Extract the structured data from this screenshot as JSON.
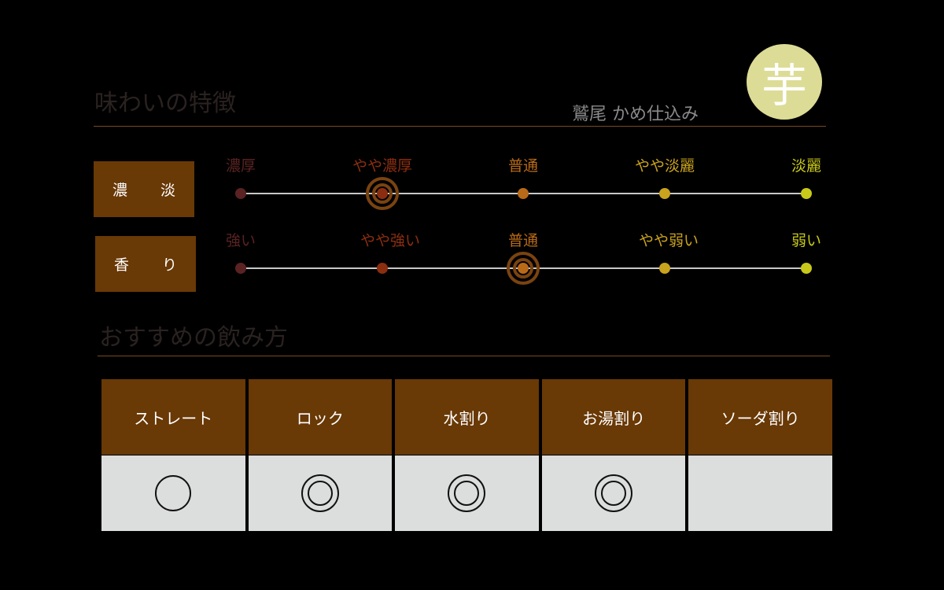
{
  "taste_section": {
    "title": "味わいの特徴",
    "product_name": "鷲尾 かめ仕込み",
    "badge": {
      "label": "芋",
      "color": "#dcdc96"
    }
  },
  "scales": [
    {
      "label": "濃 淡",
      "selected_index": 1,
      "points": [
        {
          "label": "濃厚",
          "color": "#5a2222"
        },
        {
          "label": "やや濃厚",
          "color": "#8b2e10"
        },
        {
          "label": "普通",
          "color": "#b86a18"
        },
        {
          "label": "やや淡麗",
          "color": "#c9a21e"
        },
        {
          "label": "淡麗",
          "color": "#c8c81a"
        }
      ]
    },
    {
      "label": "香 り",
      "selected_index": 2,
      "points": [
        {
          "label": "強い",
          "color": "#5a2222"
        },
        {
          "label": "やや強い",
          "color": "#8b2e10"
        },
        {
          "label": "普通",
          "color": "#b86a18"
        },
        {
          "label": "やや弱い",
          "color": "#c9a21e"
        },
        {
          "label": "弱い",
          "color": "#c8c81a"
        }
      ]
    }
  ],
  "drinking_section": {
    "title": "おすすめの飲み方",
    "columns": [
      {
        "label": "ストレート",
        "rating": "○"
      },
      {
        "label": "ロック",
        "rating": "◎"
      },
      {
        "label": "水割り",
        "rating": "◎"
      },
      {
        "label": "お湯割り",
        "rating": "◎"
      },
      {
        "label": "ソーダ割り",
        "rating": ""
      }
    ]
  }
}
